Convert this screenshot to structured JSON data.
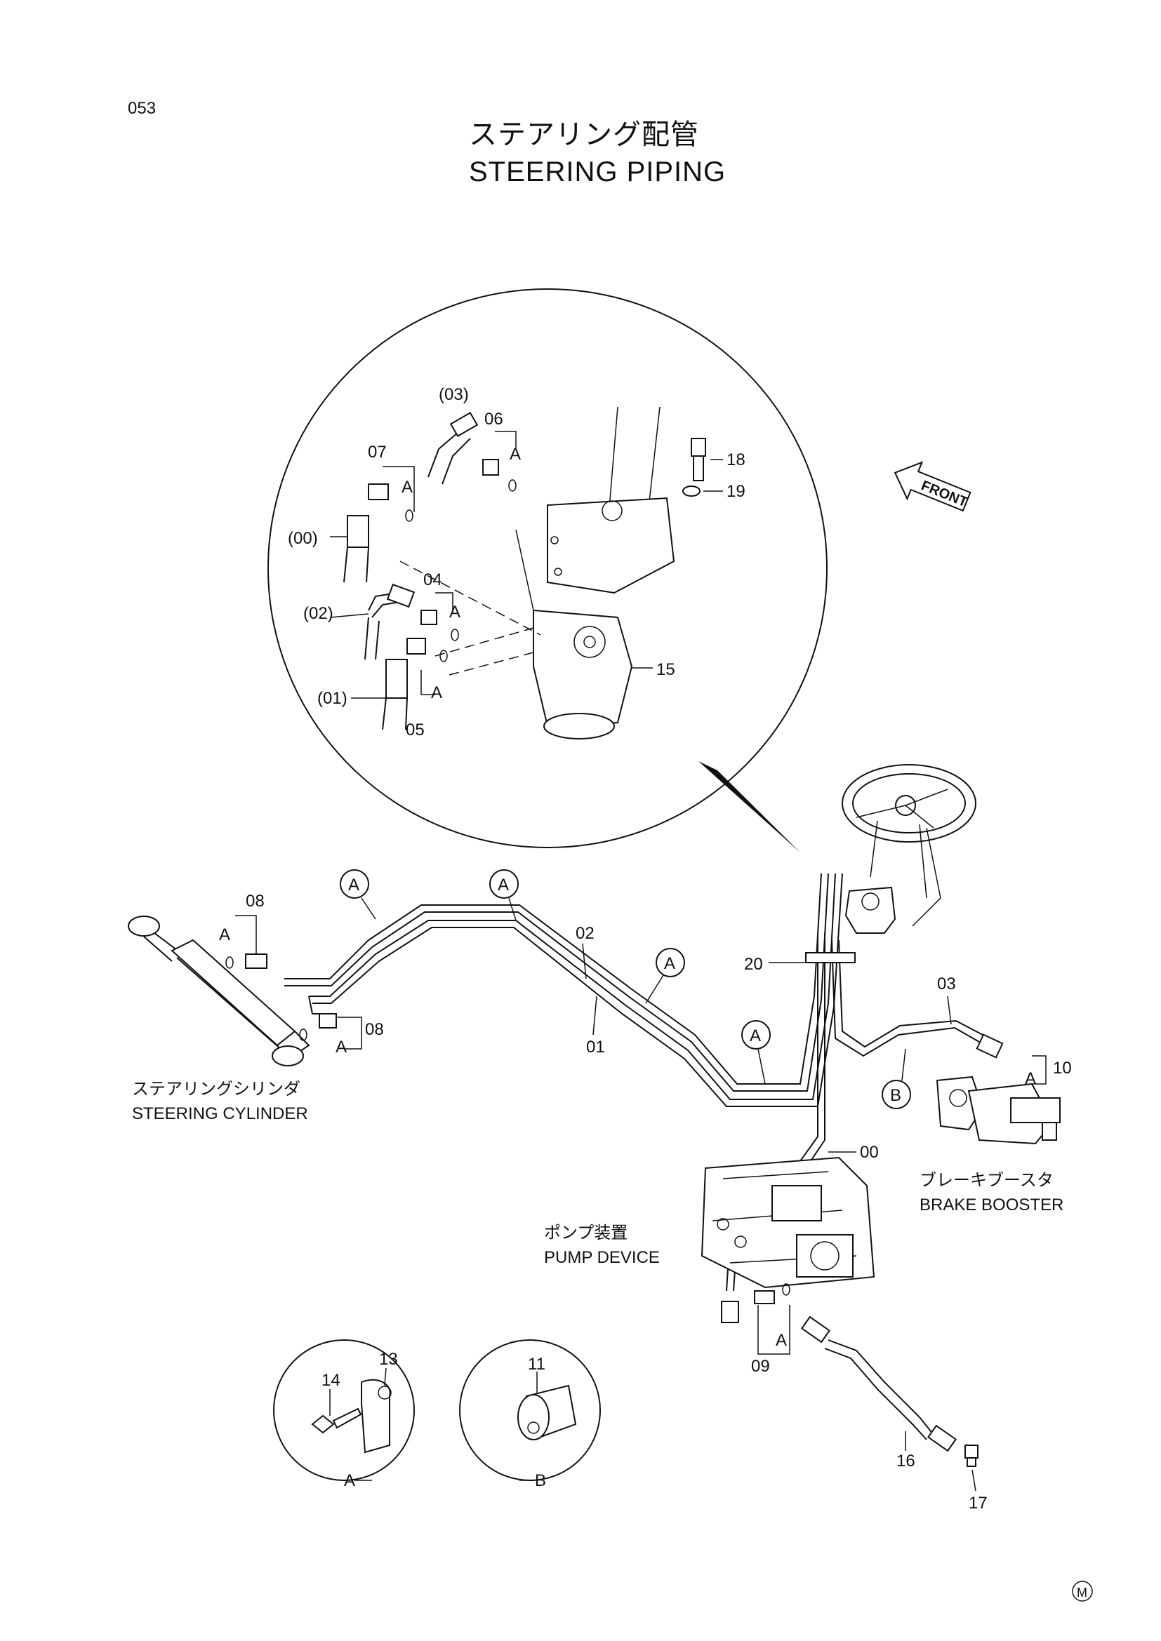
{
  "page": {
    "page_number": "053",
    "title_jp": "ステアリング配管",
    "title_en": "STEERING PIPING",
    "corner_mark": "M"
  },
  "direction": {
    "front_label": "FRONT"
  },
  "components": {
    "steering_cylinder": {
      "jp": "ステアリングシリンダ",
      "en": "STEERING CYLINDER"
    },
    "brake_booster": {
      "jp": "ブレーキブースタ",
      "en": "BRAKE BOOSTER"
    },
    "pump_device": {
      "jp": "ポンプ装置",
      "en": "PUMP DEVICE"
    }
  },
  "detail_circle_labels": [
    "(03)",
    "06",
    "07",
    "(00)",
    "(02)",
    "04",
    "(01)",
    "05",
    "18",
    "19",
    "15"
  ],
  "main_labels": [
    "08",
    "08",
    "02",
    "01",
    "20",
    "03",
    "10",
    "00",
    "09",
    "16",
    "17",
    "14",
    "13",
    "11"
  ],
  "clamp_markers": [
    "A",
    "A",
    "A",
    "A",
    "B"
  ],
  "o_ring_markers": [
    "A",
    "A",
    "A",
    "A",
    "A",
    "A",
    "A",
    "A"
  ],
  "inset_labels": {
    "clamp_a": "A",
    "clamp_b": "B"
  }
}
